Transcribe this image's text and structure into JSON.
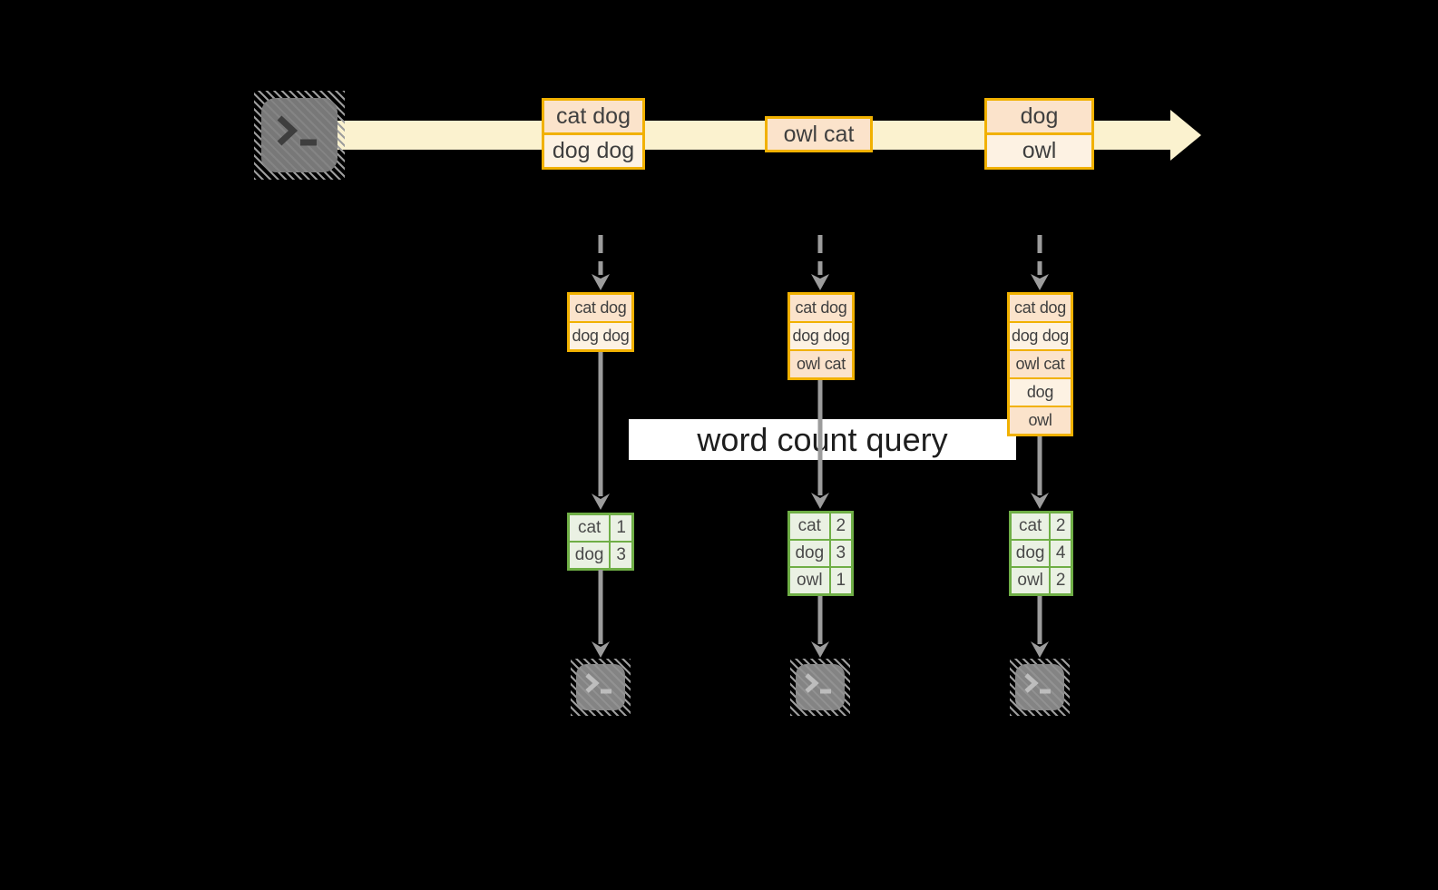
{
  "query": {
    "label": "word count query"
  },
  "stream": {
    "events": [
      {
        "lines": [
          "cat dog",
          "dog dog"
        ]
      },
      {
        "lines": [
          "owl cat"
        ]
      },
      {
        "lines": [
          "dog",
          "owl"
        ]
      }
    ]
  },
  "columns": [
    {
      "input_rows": [
        "cat dog",
        "dog dog"
      ],
      "counts": [
        {
          "word": "cat",
          "count": 1
        },
        {
          "word": "dog",
          "count": 3
        }
      ]
    },
    {
      "input_rows": [
        "cat dog",
        "dog dog",
        "owl cat"
      ],
      "counts": [
        {
          "word": "cat",
          "count": 2
        },
        {
          "word": "dog",
          "count": 3
        },
        {
          "word": "owl",
          "count": 1
        }
      ]
    },
    {
      "input_rows": [
        "cat dog",
        "dog dog",
        "owl cat",
        "dog",
        "owl"
      ],
      "counts": [
        {
          "word": "cat",
          "count": 2
        },
        {
          "word": "dog",
          "count": 4
        },
        {
          "word": "owl",
          "count": 2
        }
      ]
    }
  ],
  "terminals": {
    "source_icon": "terminal-icon",
    "sink_icons": [
      "terminal-icon",
      "terminal-icon",
      "terminal-icon"
    ],
    "prompt_glyph": ">_"
  },
  "colors": {
    "background": "#000000",
    "stream_band": "#fbf2cf",
    "box_border_gold": "#f1b100",
    "row_peach": "#fbe3cb",
    "row_cream": "#fdf2e3",
    "table_border_green": "#6fae46",
    "table_cell_green": "#eaf1e3",
    "arrow_gray": "#9c9c9c",
    "query_band": "#ffffff",
    "terminal_gray": "#7e7e7e"
  }
}
